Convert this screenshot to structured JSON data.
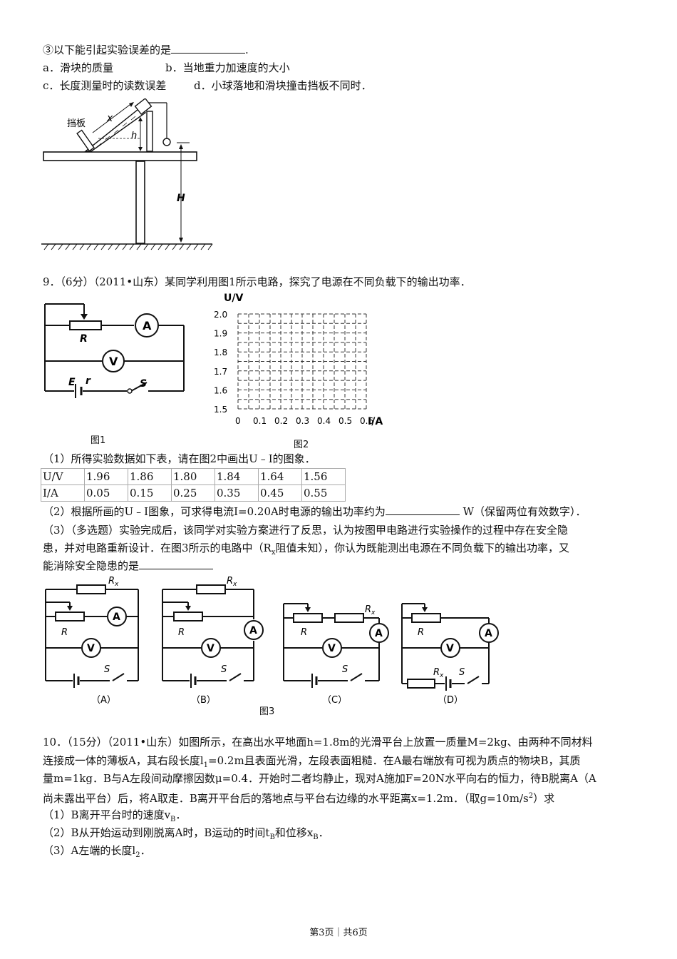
{
  "q8": {
    "part3_prefix": "③以下能引起实验误差的是",
    "part3_suffix": ".",
    "opt_a": "a．滑块的质量",
    "opt_b": "b．当地重力加速度的大小",
    "opt_c": "c．长度测量时的读数误差",
    "opt_d": "d．小球落地和滑块撞击挡板不同时．",
    "fig_label_baffle": "挡板",
    "fig_label_x": "x",
    "fig_label_h": "h",
    "fig_label_H": "H"
  },
  "q9": {
    "header": "9．（6分）（2011•山东）某同学利用图1所示电路，探究了电源在不同负载下的输出功率．",
    "fig1_caption": "图1",
    "fig2_caption": "图2",
    "fig1_labels": {
      "R": "R",
      "A": "A",
      "V": "V",
      "E": "E",
      "r": "r",
      "S": "S"
    },
    "graph": {
      "y_axis_label": "U/V",
      "x_axis_label": "I/A",
      "y_ticks": [
        "2.0",
        "1.9",
        "1.8",
        "1.7",
        "1.6",
        "1.5"
      ],
      "x_ticks": [
        "0",
        "0.1",
        "0.2",
        "0.3",
        "0.4",
        "0.5",
        "0.6"
      ]
    },
    "part1": "（1）所得实验数据如下表，请在图2中画出U﹣I的图象．",
    "table": {
      "rows": [
        [
          "U/V",
          "1.96",
          "1.86",
          "1.80",
          "1.84",
          "1.64",
          "1.56"
        ],
        [
          "I/A",
          "0.05",
          "0.15",
          "0.25",
          "0.35",
          "0.45",
          "0.55"
        ]
      ]
    },
    "part2_prefix": "（2）根据所画的U﹣I图象，可求得电流I=0.20A时电源的输出功率约为",
    "part2_suffix": "W（保留两位有效数字）．",
    "part3_line1": "（3）（多选题）实验完成后，该同学对实验方案进行了反思，认为按图甲电路进行实验操作的过程中存在安全隐",
    "part3_line2_a": "患，并对电路重新设计．在图3所示的电路中（R",
    "part3_line2_sub": "x",
    "part3_line2_b": "阻值未知），你认为既能测出电源在不同负载下的输出功率，又",
    "part3_line3": "能消除安全隐患的是",
    "fig3_caption": "图3",
    "fig3_options": [
      "（A）",
      "（B）",
      "（C）",
      "（D）"
    ],
    "fig3_labels": {
      "Rx_main": "R",
      "Rx_sub": "x",
      "R": "R",
      "A": "A",
      "V": "V",
      "S": "S"
    }
  },
  "q10": {
    "line1": "10．（15分）（2011•山东）如图所示，在高出水平地面h=1.8m的光滑平台上放置一质量M=2kg、由两种不同材料",
    "line2_a": "连接成一体的薄板A，其右段长度l",
    "line2_sub": "1",
    "line2_b": "=0.2m且表面光滑，左段表面粗糙．在A最右端放有可视为质点的物块B，其质",
    "line3": "量m=1kg．B与A左段间动摩擦因数μ=0.4．开始时二者均静止，现对A施加F=20N水平向右的恒力，待B脱离A（A",
    "line4_a": "尚未露出平台）后，将A取走．B离开平台后的落地点与平台右边缘的水平距离x=1.2m．（取g=10m/s",
    "line4_sup": "2",
    "line4_b": "）求",
    "sub1_a": "（1）B离开平台时的速度v",
    "sub1_sub": "B",
    "sub1_b": "．",
    "sub2_a": "（2）B从开始运动到刚脱离A时，B运动的时间t",
    "sub2_sub1": "B",
    "sub2_mid": "和位移x",
    "sub2_sub2": "B",
    "sub2_b": "．",
    "sub3_a": "（3）A左端的长度l",
    "sub3_sub": "2",
    "sub3_b": "．"
  },
  "footer": "第3页｜共6页"
}
